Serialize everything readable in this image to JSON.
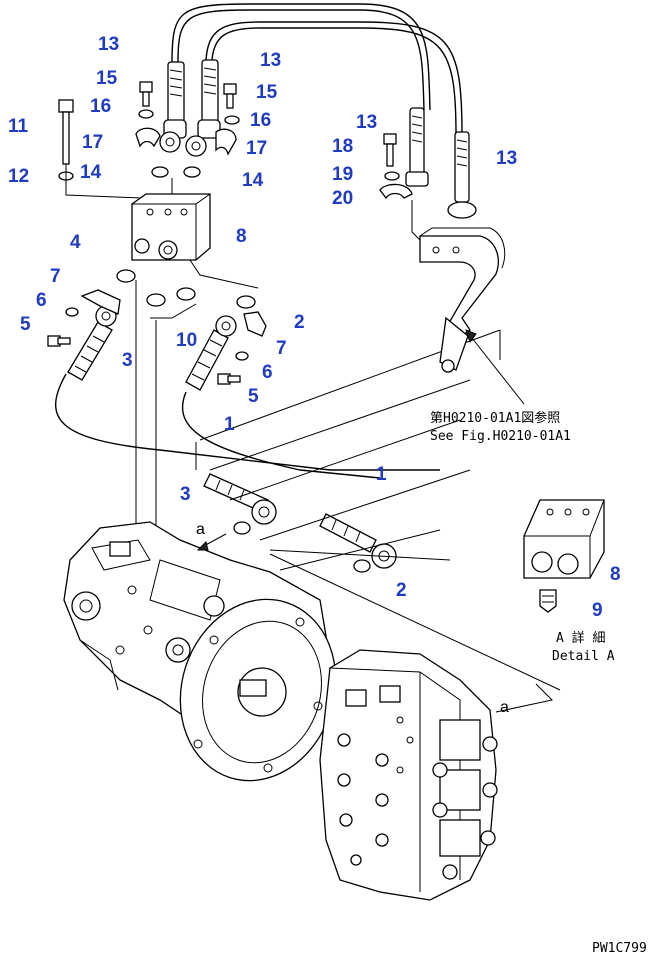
{
  "callouts": {
    "c1a": "1",
    "c1b": "1",
    "c2a": "2",
    "c2b": "2",
    "c3a": "3",
    "c3b": "3",
    "c4": "4",
    "c5a": "5",
    "c5b": "5",
    "c6a": "6",
    "c6b": "6",
    "c7a": "7",
    "c7b": "7",
    "c8a": "8",
    "c8b": "8",
    "c9": "9",
    "c10": "10",
    "c11": "11",
    "c12": "12",
    "c13a": "13",
    "c13b": "13",
    "c13c": "13",
    "c13d": "13",
    "c14a": "14",
    "c14b": "14",
    "c15a": "15",
    "c15b": "15",
    "c16a": "16",
    "c16b": "16",
    "c17a": "17",
    "c17b": "17",
    "c18": "18",
    "c19": "19",
    "c20": "20"
  },
  "reference": {
    "jp": "第H0210-01A1図参照",
    "en": "See Fig.H0210-01A1"
  },
  "detail": {
    "jp": "A 詳 細",
    "en": "Detail A"
  },
  "view_marks": {
    "a1": "a",
    "a2": "a"
  },
  "drawing_code": "PW1C799",
  "colors": {
    "callout": "#1f3bc4",
    "linework": "#000000",
    "background": "#ffffff"
  }
}
